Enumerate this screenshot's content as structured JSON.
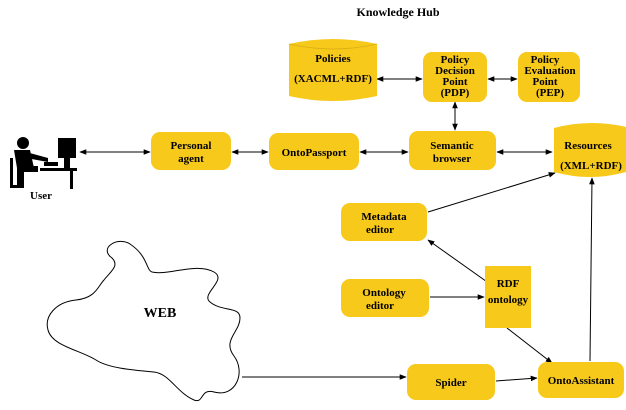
{
  "diagram": {
    "title": "Knowledge Hub",
    "colors": {
      "node_fill": "#f7c91b",
      "edge": "#000000",
      "background": "#ffffff"
    },
    "user_label": "User",
    "web_label": "WEB",
    "nodes": {
      "policies": {
        "line1": "Policies",
        "line2": "(XACML+RDF)"
      },
      "pdp": {
        "line1": "Policy",
        "line2": "Decision",
        "line3": "Point",
        "line4": "(PDP)"
      },
      "pep": {
        "line1": "Policy",
        "line2": "Evaluation",
        "line3": "Point",
        "line4": "(PEP)"
      },
      "personal_agent": {
        "line1": "Personal",
        "line2": "agent"
      },
      "ontopassport": {
        "line1": "OntoPassport"
      },
      "semantic_browser": {
        "line1": "Semantic",
        "line2": "browser"
      },
      "resources": {
        "line1": "Resources",
        "line2": "(XML+RDF)"
      },
      "metadata_editor": {
        "line1": "Metadata",
        "line2": "editor"
      },
      "ontology_editor": {
        "line1": "Ontology",
        "line2": "editor"
      },
      "rdf_ontology": {
        "line1": "RDF",
        "line2": "ontology"
      },
      "spider": {
        "line1": "Spider"
      },
      "ontoassistant": {
        "line1": "OntoAssistant"
      }
    }
  }
}
